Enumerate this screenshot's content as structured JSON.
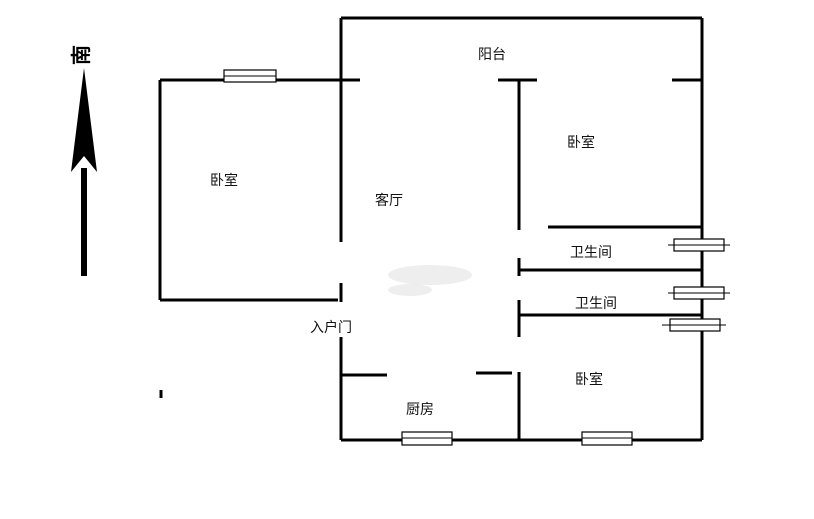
{
  "compass": {
    "label": "南",
    "color": "#000000"
  },
  "rooms": {
    "balcony": "阳台",
    "bedroom_west": "卧室",
    "living_room": "客厅",
    "bedroom_ne": "卧室",
    "bathroom_1": "卫生间",
    "bathroom_2": "卫生间",
    "entrance": "入户门",
    "kitchen": "厨房",
    "bedroom_se": "卧室"
  },
  "colors": {
    "wall": "#000000",
    "background": "#ffffff"
  }
}
